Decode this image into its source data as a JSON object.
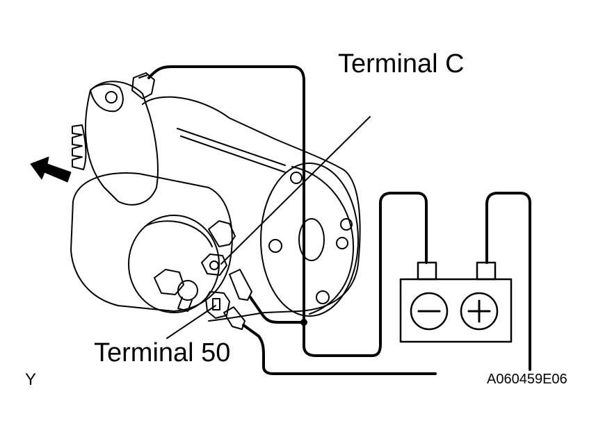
{
  "labels": {
    "terminal_c": "Terminal C",
    "terminal_50": "Terminal 50",
    "figure_code": "A060459E06",
    "corner_letter": "Y"
  },
  "battery": {
    "negative_symbol": "minus",
    "positive_symbol": "plus"
  },
  "colors": {
    "ink": "#000000",
    "paper": "#ffffff"
  }
}
